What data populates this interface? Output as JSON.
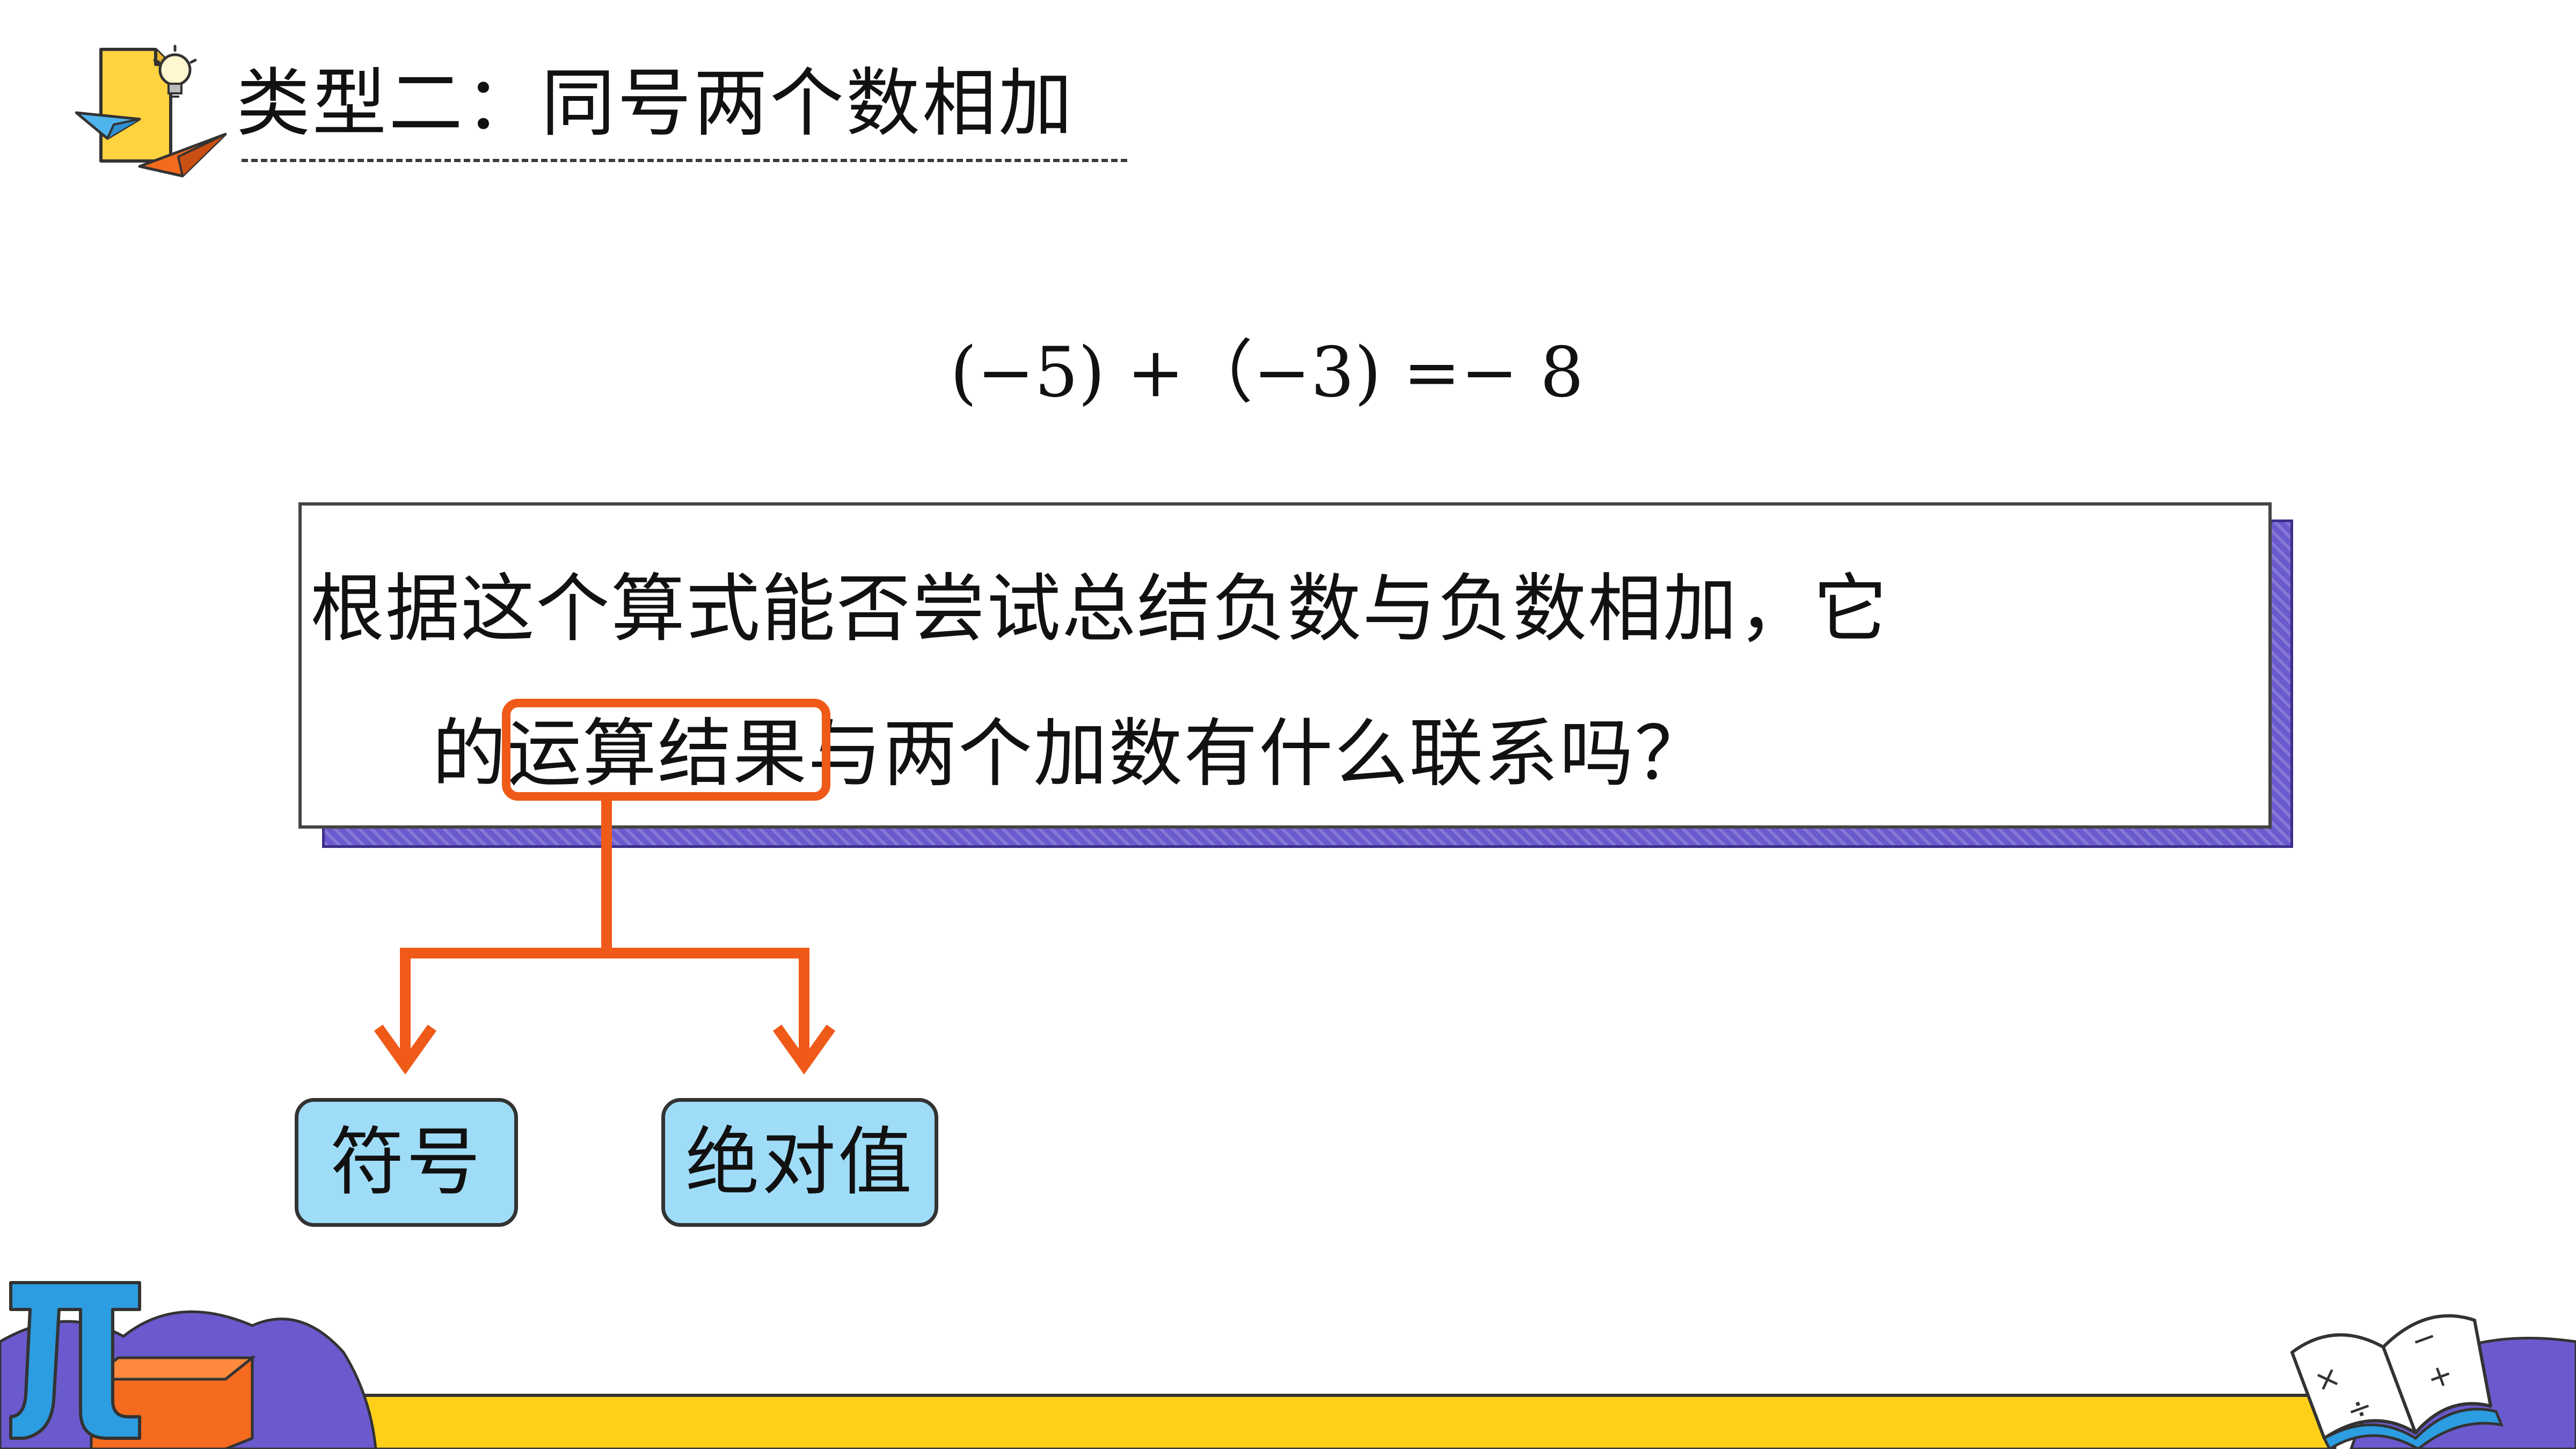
{
  "title": {
    "text": "类型二：同号两个数相加",
    "icon": "lightbulb-document-icon"
  },
  "equation": {
    "text": "(−5) +（−3) =− 8"
  },
  "question": {
    "line1": "根据这个算式能否尝试总结负数与负数相加，它",
    "line2_prefix": "的",
    "line2_highlight": "运算结果",
    "line2_suffix": "与两个加数有什么联系吗？"
  },
  "results": {
    "sign_label": "符号",
    "abs_label": "绝对值"
  },
  "colors": {
    "accent_orange": "#ef5a19",
    "box_shadow_purple": "#6a5acd",
    "result_fill": "#9fdcf8",
    "footer_yellow": "#ffcf1a"
  },
  "decorations": {
    "left": "pi-symbol-icon",
    "right": "open-math-book-icon"
  }
}
